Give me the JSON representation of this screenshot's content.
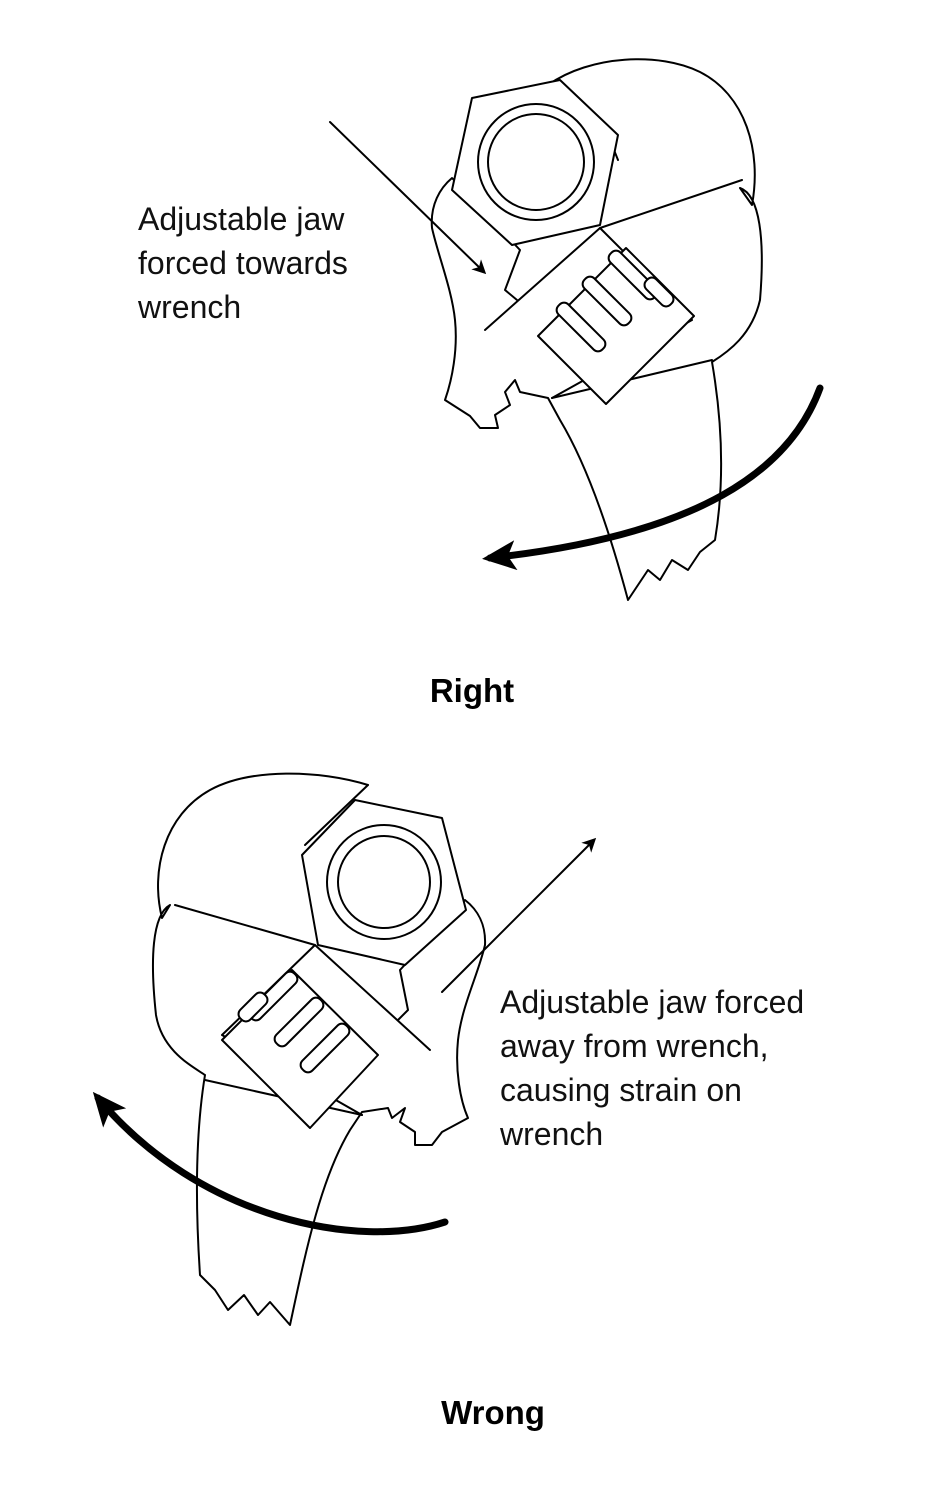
{
  "figure": {
    "right": {
      "annotation": "Adjustable jaw\nforced towards\nwrench",
      "caption": "Right"
    },
    "wrong": {
      "annotation": "Adjustable jaw forced\naway from wrench,\ncausing strain on\nwrench",
      "caption": "Wrong"
    }
  },
  "colors": {
    "ink": "#000000",
    "background": "#ffffff"
  }
}
